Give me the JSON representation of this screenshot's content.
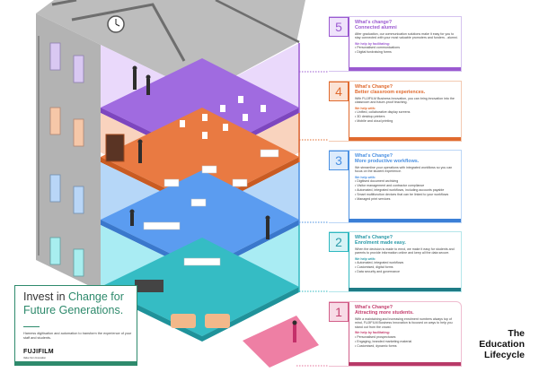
{
  "infographic": {
    "title": "The Education Lifecycle",
    "title_lines": [
      "The",
      "Education",
      "Lifecycle"
    ],
    "colors": {
      "building_gray": "#b5b5b5",
      "roof_dark": "#6e6e6e",
      "stage5": "#9b59d0",
      "stage4": "#e06a2e",
      "stage3": "#4a90e2",
      "stage2": "#2fb8c0",
      "stage1": "#e5739b",
      "brand_green": "#2e8a6c"
    },
    "stages": [
      {
        "number": "5",
        "title_line1": "What's change?",
        "title_line2": "Connected alumni",
        "description": "After graduation, our communication solutions make it easy for you to stay connected with your most valuable promoters and funders - alumni.",
        "help_label": "We help by facilitating:",
        "items": [
          "Personalised communications",
          "Digital fundraising forms"
        ]
      },
      {
        "number": "4",
        "title_line1": "What's Change?",
        "title_line2": "Better classroom experiences.",
        "description": "With FUJIFILM Business Innovation, you can bring innovation into the classroom and future-proof teaching.",
        "help_label": "We help with:",
        "items": [
          "Unified, collaborative display screens",
          "3D desktop printers",
          "Mobile and cloud printing"
        ]
      },
      {
        "number": "3",
        "title_line1": "What's Change?",
        "title_line2": "More productive workflows.",
        "description": "We streamline your operations with integrated workflows so you can focus on the student experience.",
        "help_label": "We help with:",
        "items": [
          "Digitised document archiving",
          "Visitor management and contractor compliance",
          "Automated, integrated workflows, including accounts payable",
          "Smart multifunction devices that can be linked to your workflows",
          "Managed print services"
        ]
      },
      {
        "number": "2",
        "title_line1": "What's Change?",
        "title_line2": "Enrolment made easy.",
        "description": "When the decision is made to enrol, we make it easy for students and parents to provide information online and keep all the data secure.",
        "help_label": "We help with:",
        "items": [
          "Automated, integrated workflows",
          "Customised, digital forms",
          "Data security and governance"
        ]
      },
      {
        "number": "1",
        "title_line1": "What's Change?",
        "title_line2": "Attracting more students.",
        "description": "With a maintaining and increasing enrolment numbers always top of mind, FUJIFILM Business Innovation is focused on ways to help you stand out from the crowd.",
        "help_label": "We help by facilitating:",
        "items": [
          "Personalised prospectuses",
          "Engaging, branded marketing material",
          "Customised, dynamic forms"
        ]
      }
    ]
  },
  "promo": {
    "headline_plain": "Invest in ",
    "headline_highlight_1": "Change for",
    "headline_highlight_2": "Future Generations.",
    "subtext": "Harness digitisation and automation to transform the experience of your staff and students.",
    "brand": "FUJIFILM",
    "brand_tagline": "Value from Innovation"
  }
}
